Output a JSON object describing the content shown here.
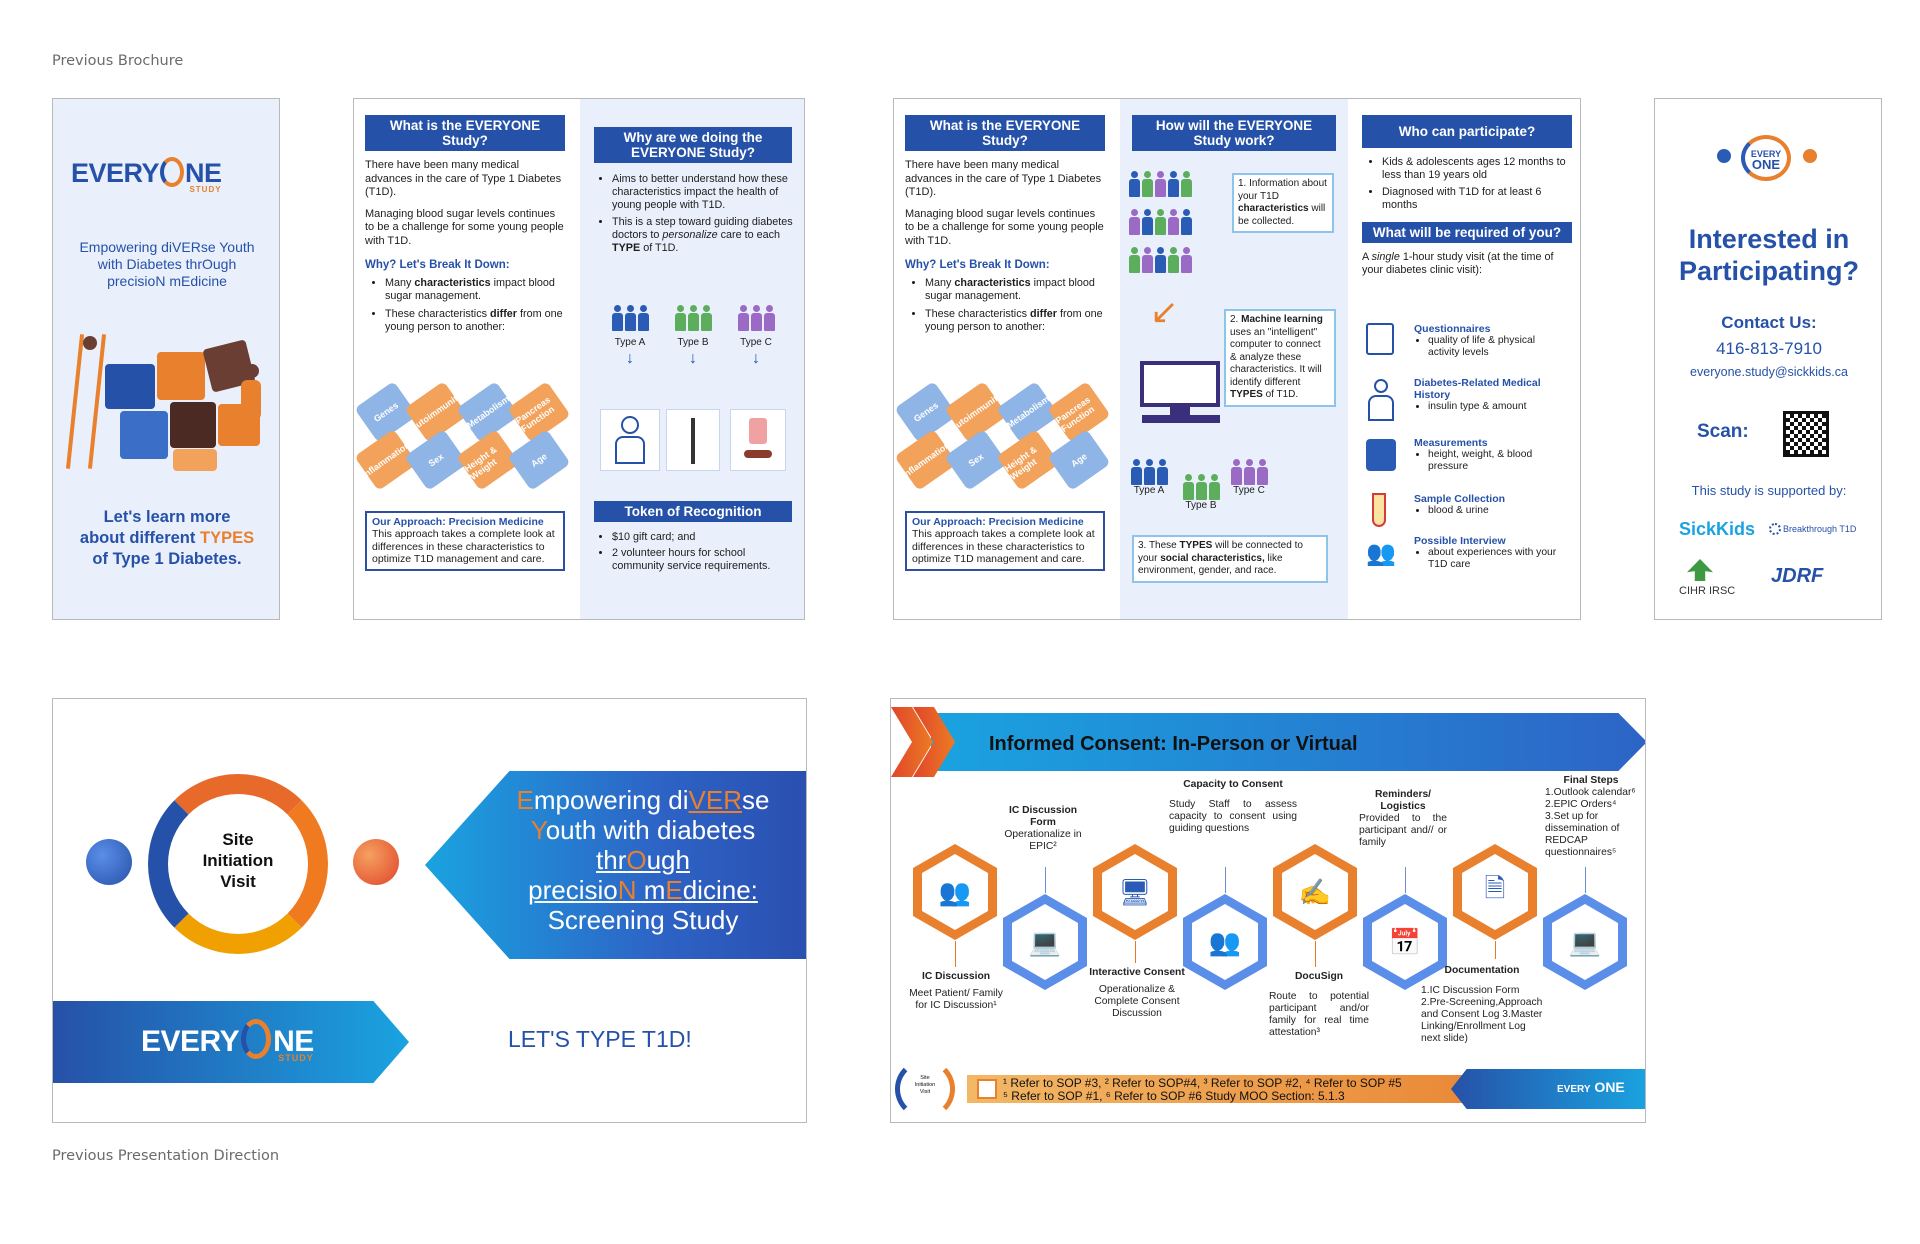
{
  "captions": {
    "top": "Previous Brochure",
    "bottom": "Previous Presentation Direction"
  },
  "colors": {
    "brand_blue": "#2651a8",
    "brand_orange": "#e8802e",
    "light_panel": "#e9f0fb",
    "accent_cyan": "#1aa3e0"
  },
  "cover": {
    "logo_every": "EVERY",
    "logo_one": "NE",
    "logo_study": "STUDY",
    "tagline_lines": [
      "Empowering diVERse Youth",
      "with Diabetes thrOugh",
      "precisioN mEdicine"
    ],
    "cta_a": "Let's learn more",
    "cta_b": "about different",
    "cta_types": "TYPES",
    "cta_c": "of Type 1 Diabetes."
  },
  "panel2": {
    "what_header": "What is the EVERYONE Study?",
    "what_p1": "There have been many medical advances in the care of Type 1 Diabetes (T1D).",
    "what_p2": "Managing blood sugar levels continues to be a challenge for some young people with T1D.",
    "why_sub": "Why? Let's Break It Down:",
    "bullet1_a": "Many ",
    "bullet1_b": "characteristics",
    "bullet1_c": " impact blood sugar management.",
    "bullet2_a": "These characteristics ",
    "bullet2_b": "differ",
    "bullet2_c": " from one young person to another:",
    "puzzle": [
      "Genes",
      "Autoimmunity",
      "Metabolism",
      "Pancreas Function",
      "Inflammation",
      "Sex",
      "Height & Weight",
      "Age"
    ],
    "approach_title": "Our Approach: Precision Medicine",
    "approach_text": "This approach takes a complete look at differences in these characteristics to optimize T1D management and care.",
    "why_header": "Why are we doing the EVERYONE Study?",
    "why_b1": "Aims to better understand how these characteristics impact the health of young people with T1D.",
    "why_b2_a": "This is a step toward guiding diabetes doctors  to ",
    "why_b2_b": "personalize",
    "why_b2_c": " care to each ",
    "why_b2_d": "TYPE",
    "why_b2_e": " of T1D.",
    "types": [
      "Type A",
      "Type B",
      "Type C"
    ],
    "token_header": "Token of Recognition",
    "token_b1": "$10 gift card; and",
    "token_b2": "2 volunteer hours for school community service requirements."
  },
  "panel3": {
    "how_header": "How will the EVERYONE Study work?",
    "note1_a": "1. Information about your T1D ",
    "note1_b": "characteristics",
    "note1_c": " will be collected.",
    "note2_a": "2. ",
    "note2_b": "Machine learning",
    "note2_c": " uses an \"intelligent\" computer to connect & analyze these characteristics. It will identify different ",
    "note2_d": "TYPES",
    "note2_e": " of T1D.",
    "note3_a": "3. These ",
    "note3_b": "TYPES",
    "note3_c": " will be connected to your ",
    "note3_d": "social characteristics,",
    "note3_e": " like environment, gender, and race.",
    "who_header": "Who can participate?",
    "who_b1": "Kids & adolescents ages 12 months to less than 19 years old",
    "who_b2": "Diagnosed with T1D for at least 6 months",
    "req_header": "What will be required of you?",
    "req_intro_a": "A ",
    "req_intro_b": "single",
    "req_intro_c": " 1-hour study visit (at the time of your diabetes clinic visit):",
    "reqs": [
      {
        "title": "Questionnaires",
        "detail": "quality of life & physical activity levels",
        "icon": "clipboard-icon"
      },
      {
        "title": "Diabetes-Related Medical History",
        "detail": "insulin type & amount",
        "icon": "person-cgm-icon"
      },
      {
        "title": "Measurements",
        "detail": "height, weight, & blood pressure",
        "icon": "scale-icon"
      },
      {
        "title": "Sample Collection",
        "detail": "blood & urine",
        "icon": "test-tube-icon"
      },
      {
        "title": "Possible Interview",
        "detail": "about experiences with your T1D care",
        "icon": "interview-icon"
      }
    ]
  },
  "back": {
    "logo_every": "EVERY",
    "logo_one": "NE",
    "heading": "Interested in Participating?",
    "contact_label": "Contact Us:",
    "phone": "416-813-7910",
    "email": "everyone.study@sickkids.ca",
    "scan": "Scan:",
    "supported": "This study is supported by:",
    "sponsors": [
      "SickKids",
      "Breakthrough T1D",
      "CIHR IRSC",
      "JDRF"
    ]
  },
  "slide1": {
    "logo_text_lines": [
      "Site",
      "Initiation",
      "Visit"
    ],
    "title_l1_pre": "E",
    "title_l1_mid": "mpowering di",
    "title_l1_red": "VER",
    "title_l1_end": "se",
    "title_l2_pre": "Y",
    "title_l2_end": "outh with diabetes",
    "title_l3_a": "thr",
    "title_l3_o": "O",
    "title_l3_b": "ugh",
    "title_l4_a": "precisio",
    "title_l4_n": "N",
    "title_l4_b": " m",
    "title_l4_e": "E",
    "title_l4_c": "dicine:",
    "title_l5": "Screening Study",
    "logo_every": "EVERY",
    "logo_one": "NE",
    "logo_study": "STUDY",
    "slogan": "LET'S TYPE T1D!"
  },
  "slide2": {
    "title": "Informed Consent: In-Person or Virtual",
    "steps": {
      "ic_discussion_title": "IC Discussion",
      "ic_discussion_text": "Meet Patient/ Family for IC Discussion¹",
      "form_title": "IC Discussion Form",
      "form_text": "Operationalize in EPIC²",
      "interactive_title": "Interactive Consent",
      "interactive_text": "Operationalize & Complete Consent Discussion",
      "capacity_title": "Capacity to Consent",
      "capacity_text": "Study Staff to assess capacity to consent using guiding questions",
      "docusign_title": "DocuSign",
      "docusign_text": "Route to potential participant and/or family for real time attestation³",
      "reminders_title": "Reminders/ Logistics",
      "reminders_text": "Provided to the participant and// or family",
      "documentation_title": "Documentation",
      "documentation_text": "1.IC Discussion Form 2.Pre-Screening,Approach and Consent Log 3.Master Linking/Enrollment Log next slide)",
      "final_title": "Final Steps",
      "final_text": "1.Outlook calendar⁶ 2.EPIC Orders⁴ 3.Set up for dissemination of REDCAP questionnaires⁵"
    },
    "footer_line1": "¹ Refer to SOP #3, ² Refer to SOP#4, ³ Refer to SOP #2, ⁴ Refer to SOP #5",
    "footer_line2": "⁵ Refer to SOP #1, ⁶ Refer to SOP #6 Study MOO Section: 5.1.3",
    "mini_logo_lines": [
      "Site",
      "Initiation",
      "Visit"
    ],
    "footer_logo_every": "EVERY",
    "footer_logo_one": "NE"
  }
}
